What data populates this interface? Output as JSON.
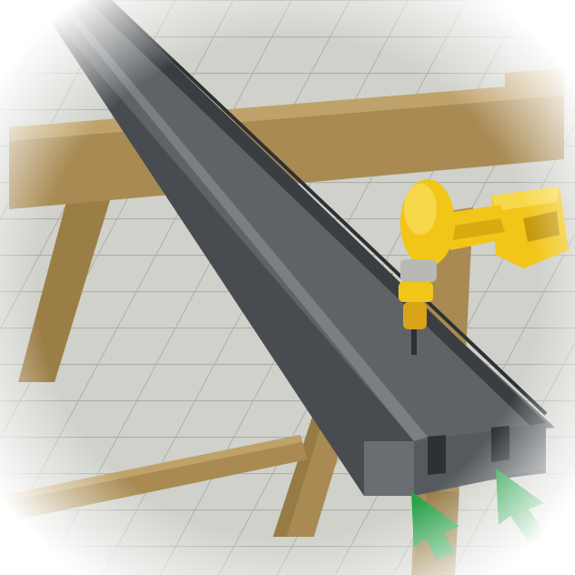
{
  "scene": {
    "subject": "cordless-drill-on-gutter-rail",
    "colors": {
      "tile": "#cfd1ca",
      "tile_grout": "#a9aba5",
      "wood": "#a88a52",
      "wood_dark": "#7c6433",
      "wood_light": "#bfa26a",
      "metal_top": "#5f6366",
      "metal_side": "#484c50",
      "metal_dark": "#2e3134",
      "drill_yellow": "#f2c619",
      "drill_yellow_dark": "#c79a0c",
      "drill_grey": "#b9b9b4",
      "arrow_green": "#2aa14a"
    },
    "indicators": [
      "green-arrow-left",
      "green-arrow-right"
    ]
  }
}
